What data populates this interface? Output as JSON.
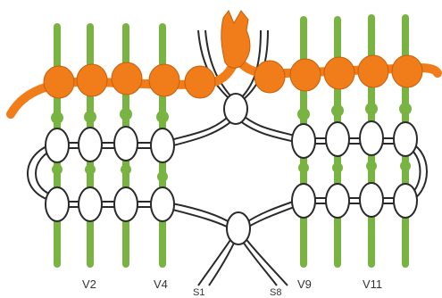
{
  "labels": {
    "v2": "V2",
    "v4": "V4",
    "s1": "S1",
    "s8": "S8",
    "v9": "V9",
    "v11": "V11"
  },
  "colors": {
    "root": "#79b341",
    "ganglion_chain": "#f07d1a",
    "ganglion_outline": "#c65f0a",
    "node_fill": "#ffffff",
    "node_stroke": "#2a2a2a",
    "connective": "#2a2a2a",
    "label_text": "#333333"
  }
}
